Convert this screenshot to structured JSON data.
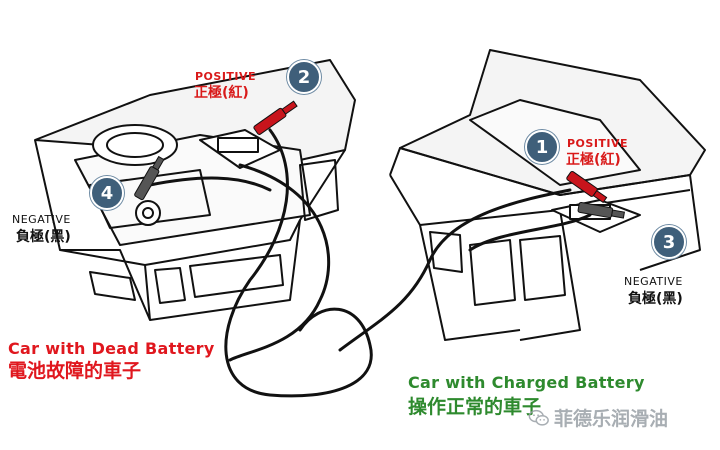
{
  "dead_car": {
    "positive_en": "POSITIVE",
    "positive_zh": "正極(紅)",
    "negative_en": "NEGATIVE",
    "negative_zh": "負極(黑)",
    "caption_en": "Car with Dead Battery",
    "caption_zh": "電池故障的車子",
    "positive_step": "2",
    "negative_step": "4"
  },
  "charged_car": {
    "positive_en": "POSITIVE",
    "positive_zh": "正極(紅)",
    "negative_en": "NEGATIVE",
    "negative_zh": "負極(黑)",
    "caption_en": "Car with Charged Battery",
    "caption_zh": "操作正常的車子",
    "positive_step": "1",
    "negative_step": "3"
  },
  "watermark": {
    "text": "菲德乐润滑油",
    "icon": "wechat-icon"
  },
  "colors": {
    "positive_red": "#d91a1a",
    "caption_red": "#e0171e",
    "caption_green": "#2e8a2e",
    "badge_blue": "#3f5f7a",
    "clamp_red": "#c8141c",
    "clamp_gray": "#555555"
  }
}
